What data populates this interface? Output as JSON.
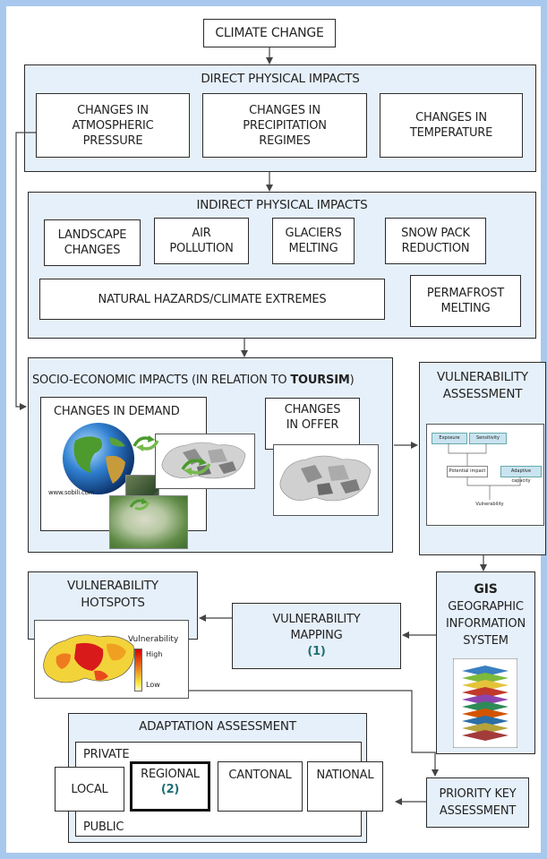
{
  "top": {
    "title": "CLIMATE CHANGE"
  },
  "direct": {
    "title": "DIRECT PHYSICAL IMPACTS",
    "items": [
      "CHANGES IN\nATMOSPHERIC\nPRESSURE",
      "CHANGES IN\nPRECIPITATION\nREGIMES",
      "CHANGES IN\nTEMPERATURE"
    ]
  },
  "indirect": {
    "title": "INDIRECT PHYSICAL IMPACTS",
    "items": [
      "LANDSCAPE\nCHANGES",
      "AIR\nPOLLUTION",
      "GLACIERS\nMELTING",
      "SNOW PACK\nREDUCTION",
      "NATURAL HAZARDS/CLIMATE EXTREMES",
      "PERMAFROST\nMELTING"
    ]
  },
  "socio": {
    "title_prefix": "SOCIO-ECONOMIC IMPACTS (IN RELATION TO ",
    "title_bold": "TOURSIM",
    "title_suffix": ")",
    "demand": "CHANGES IN DEMAND",
    "offer": "CHANGES\nIN OFFER",
    "watermark": "www.sobili.com"
  },
  "vuln_assessment": {
    "title": "VULNERABILITY\nASSESSMENT",
    "diagram": {
      "exposure": "Exposure",
      "sensitivity": "Sensitivity",
      "potential": "Potential impact",
      "adaptive": "Adaptive capacity",
      "vulnerability": "Vulnerability"
    }
  },
  "gis": {
    "abbr": "GIS",
    "title": "GEOGRAPHIC\nINFORMATION\nSYSTEM"
  },
  "mapping": {
    "title": "VULNERABILITY\nMAPPING",
    "num": "(1)"
  },
  "hotspots": {
    "title": "VULNERABILITY\nHOTSPOTS",
    "legend_title": "Vulnerability",
    "high": "High",
    "low": "Low"
  },
  "adaptation": {
    "title": "ADAPTATION ASSESSMENT",
    "private": "PRIVATE",
    "public": "PUBLIC",
    "levels": [
      "LOCAL",
      "REGIONAL",
      "CANTONAL",
      "NATIONAL"
    ],
    "regional_num": "(2)"
  },
  "priority": {
    "title": "PRIORITY KEY\nASSESSMENT"
  },
  "colors": {
    "panel_fill": "#e6f0fa",
    "page_border": "#a9c8ee",
    "highlight_number": "#1e6f73"
  }
}
